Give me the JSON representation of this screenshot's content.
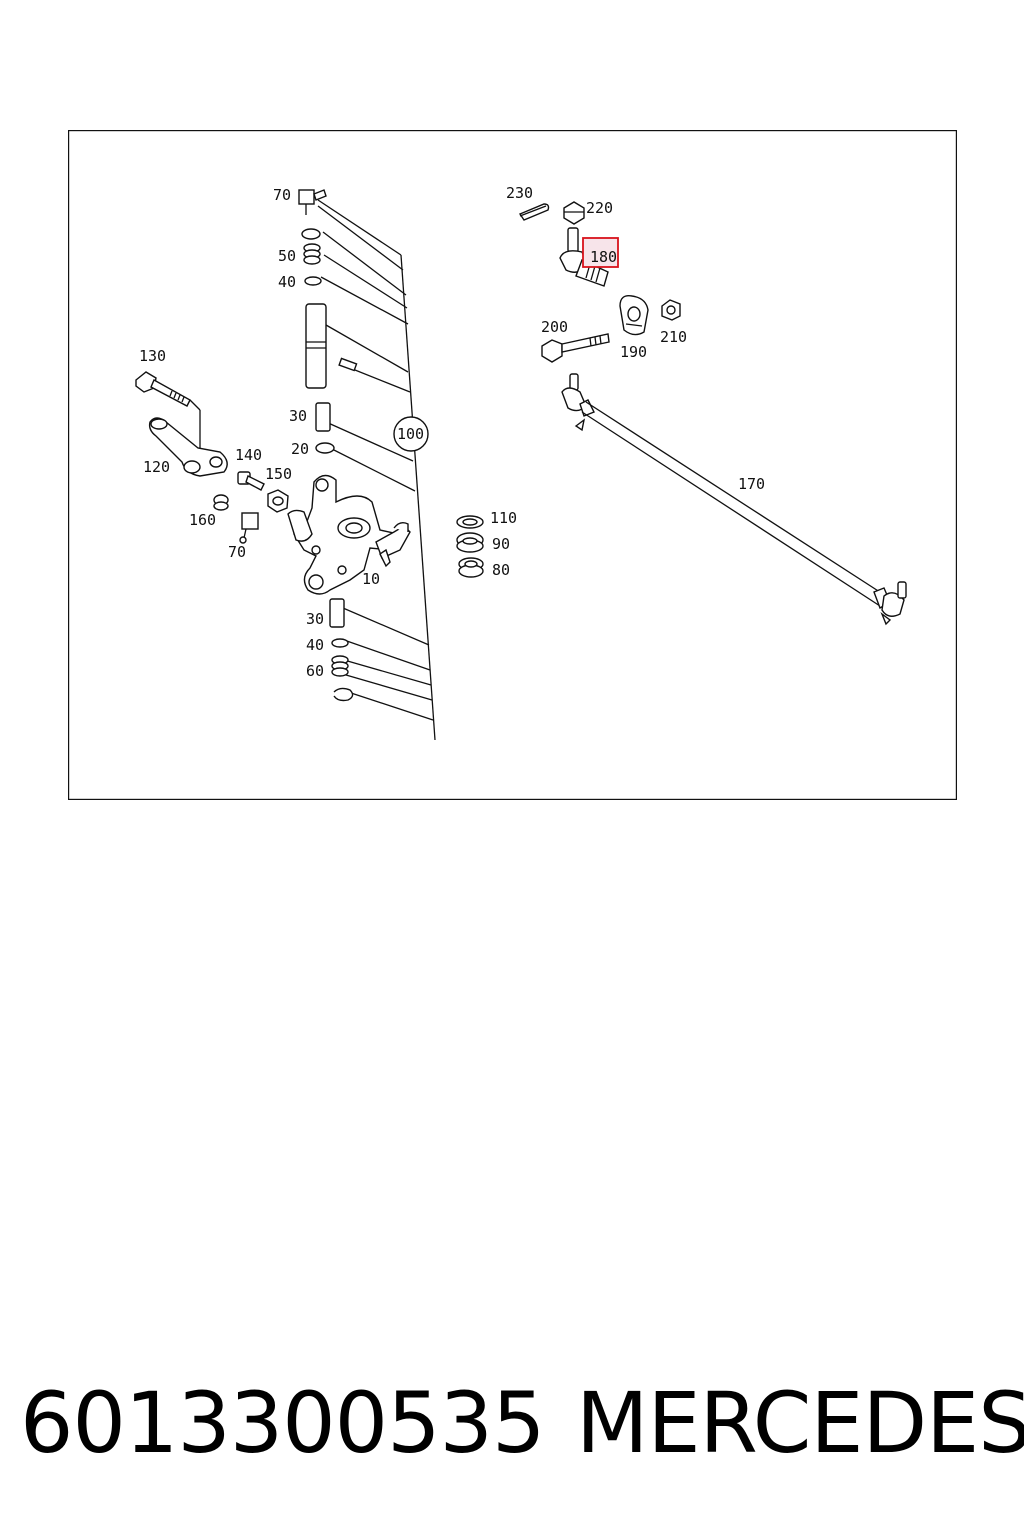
{
  "diagram": {
    "callouts": {
      "c70a": "70",
      "c50": "50",
      "c40a": "40",
      "c130": "130",
      "c30a": "30",
      "c20": "20",
      "c100": "100",
      "c140": "140",
      "c150": "150",
      "c120": "120",
      "c160": "160",
      "c70b": "70",
      "c10": "10",
      "c30b": "30",
      "c40b": "40",
      "c60": "60",
      "c110": "110",
      "c90": "90",
      "c80": "80",
      "c230": "230",
      "c220": "220",
      "c180": "180",
      "c200": "200",
      "c190": "190",
      "c210": "210",
      "c170": "170"
    },
    "highlight_color": "#d8121b",
    "highlight_fill": "#f7e4ea"
  },
  "caption": {
    "part_number": "6013300535",
    "brand": "MERCEDES"
  }
}
